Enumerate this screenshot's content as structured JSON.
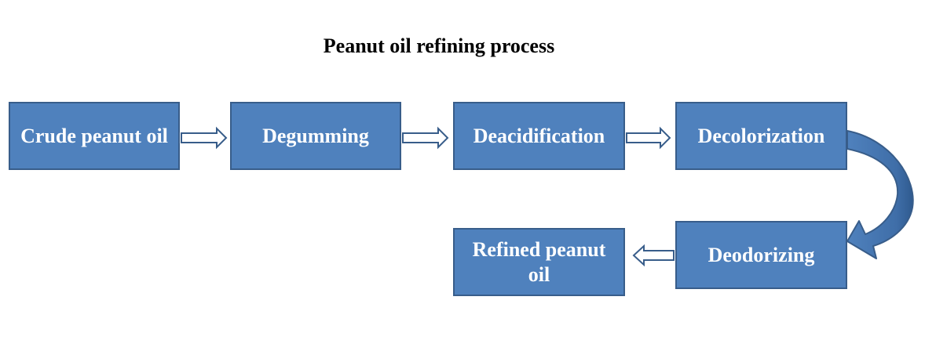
{
  "title": "Peanut oil refining process",
  "steps": [
    {
      "label": "Crude peanut oil"
    },
    {
      "label": "Degumming"
    },
    {
      "label": "Deacidification"
    },
    {
      "label": "Decolorization"
    },
    {
      "label": "Deodorizing"
    },
    {
      "label": "Refined peanut oil"
    }
  ],
  "connections": [
    {
      "from": "Crude peanut oil",
      "to": "Degumming",
      "style": "double-line-arrow"
    },
    {
      "from": "Degumming",
      "to": "Deacidification",
      "style": "double-line-arrow"
    },
    {
      "from": "Deacidification",
      "to": "Decolorization",
      "style": "double-line-arrow"
    },
    {
      "from": "Decolorization",
      "to": "Deodorizing",
      "style": "curved-block-arrow"
    },
    {
      "from": "Deodorizing",
      "to": "Refined peanut oil",
      "style": "double-line-arrow"
    }
  ],
  "colors": {
    "box_fill": "#4f81bd",
    "box_border": "#385d8a",
    "box_text": "#ffffff",
    "arrow_fill": "#ffffff",
    "arrow_stroke": "#385d8a",
    "curved_arrow_fill": "#4f81bd",
    "title_text": "#000000"
  }
}
